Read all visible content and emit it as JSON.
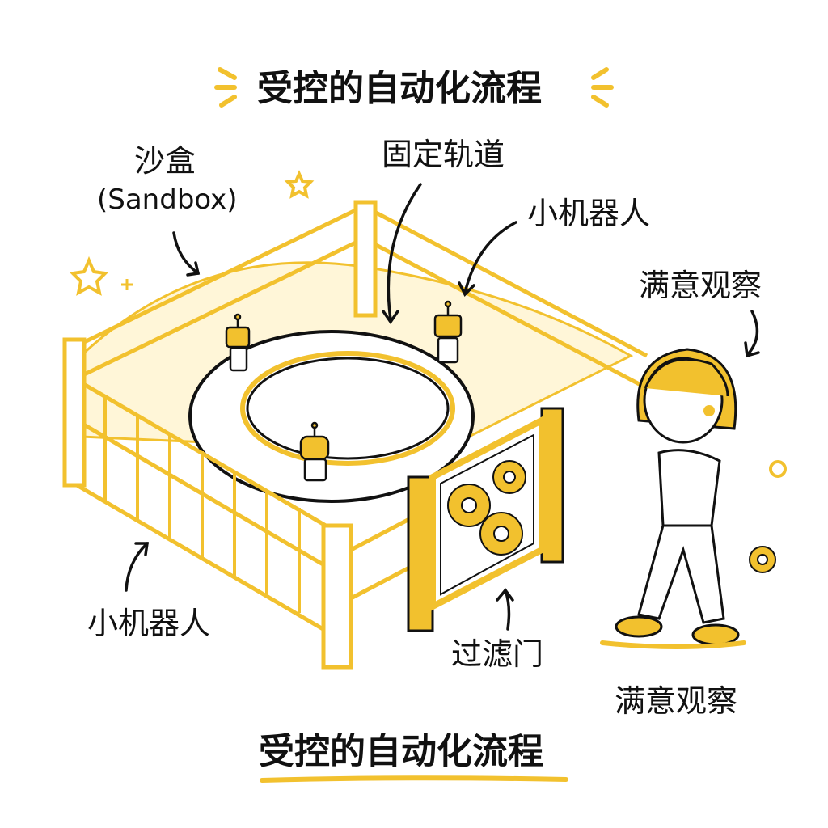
{
  "title": "受控的自动化流程",
  "footer_title": "受控的自动化流程",
  "labels": {
    "sandbox_cn": "沙盒",
    "sandbox_en": "(Sandbox)",
    "fixed_track": "固定轨道",
    "robot_top": "小机器人",
    "robot_bottom": "小机器人",
    "observer_top": "满意观察",
    "observer_bottom": "满意观察",
    "filter_gate": "过滤门"
  },
  "colors": {
    "accent_yellow": "#F2C12E",
    "ink": "#111111",
    "skin": "#FFFFFF"
  }
}
